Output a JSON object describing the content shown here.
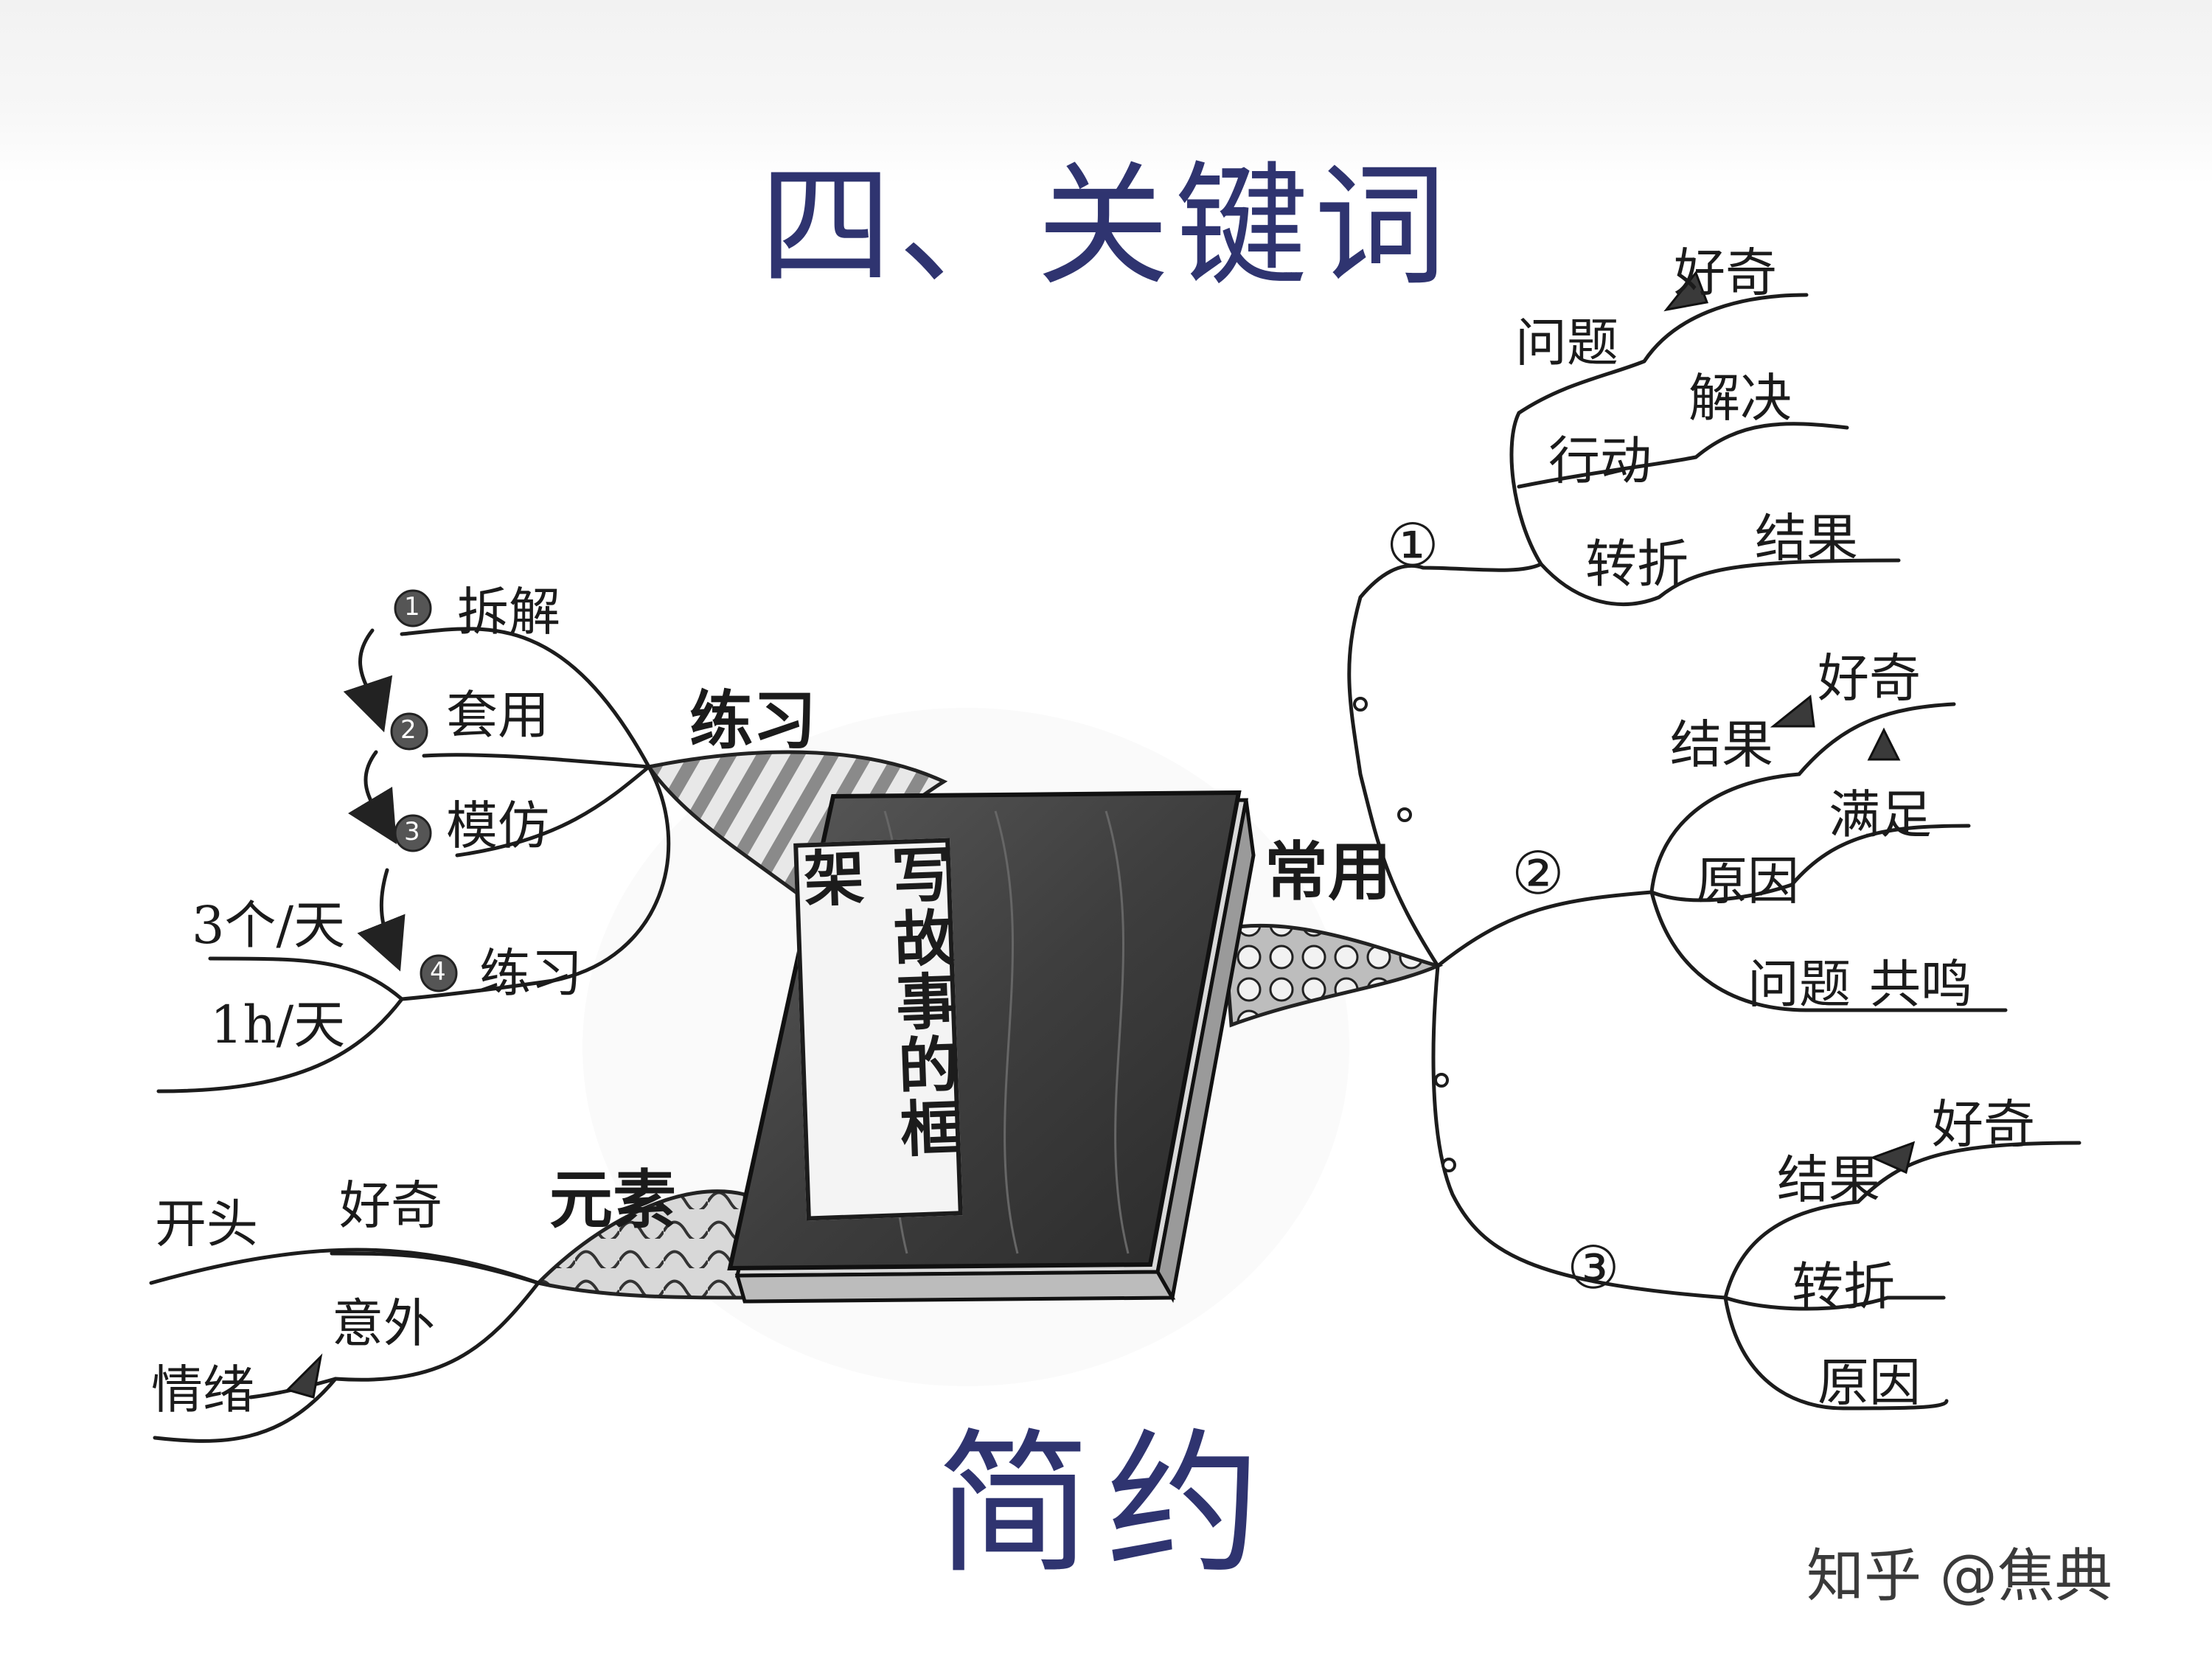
{
  "title": "四、关键词",
  "bottom_title": "简约",
  "book": {
    "title": "写故事的框架",
    "connector_label": "常用"
  },
  "left": {
    "practice": {
      "label": "练习",
      "steps": [
        {
          "num": "1",
          "label": "拆解"
        },
        {
          "num": "2",
          "label": "套用"
        },
        {
          "num": "3",
          "label": "模仿"
        },
        {
          "num": "4",
          "label": "练习"
        }
      ],
      "practice_sub": [
        "3个/天",
        "1h/天"
      ]
    },
    "elements": {
      "label": "元素",
      "items": [
        "开头",
        "好奇",
        "意外",
        "情绪"
      ]
    }
  },
  "right": {
    "branches": [
      {
        "num": "①",
        "items": [
          "问题",
          "好奇",
          "行动",
          "解决",
          "转折",
          "结果"
        ]
      },
      {
        "num": "②",
        "items": [
          "结果",
          "好奇",
          "满足",
          "原因",
          "问题",
          "共鸣"
        ]
      },
      {
        "num": "③",
        "items": [
          "结果",
          "好奇",
          "转折",
          "原因"
        ]
      }
    ]
  },
  "watermark": "知乎 @焦典"
}
